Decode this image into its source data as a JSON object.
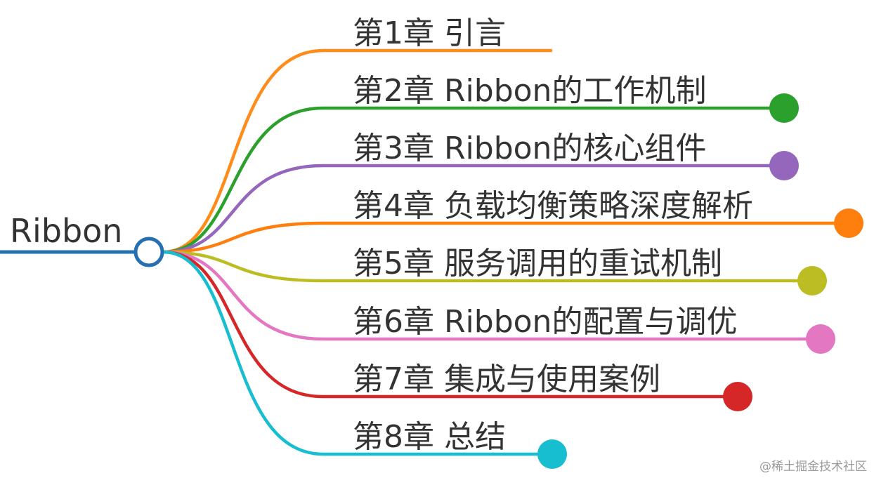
{
  "root": {
    "label": "Ribbon",
    "color": "#2470b3"
  },
  "branches": [
    {
      "label": "第1章 引言",
      "color": "#ff8c1a",
      "collapsed_node": false
    },
    {
      "label": "第2章 Ribbon的工作机制",
      "color": "#2ca02c",
      "collapsed_node": true
    },
    {
      "label": "第3章 Ribbon的核心组件",
      "color": "#9467bd",
      "collapsed_node": true
    },
    {
      "label": "第4章 负载均衡策略深度解析",
      "color": "#ff7f0e",
      "collapsed_node": true
    },
    {
      "label": "第5章 服务调用的重试机制",
      "color": "#bcbd22",
      "collapsed_node": true
    },
    {
      "label": "第6章 Ribbon的配置与调优",
      "color": "#e377c2",
      "collapsed_node": true
    },
    {
      "label": "第7章 集成与使用案例",
      "color": "#d62728",
      "collapsed_node": true
    },
    {
      "label": "第8章 总结",
      "color": "#17becf",
      "collapsed_node": true
    }
  ],
  "watermark": "@稀土掘金技术社区"
}
